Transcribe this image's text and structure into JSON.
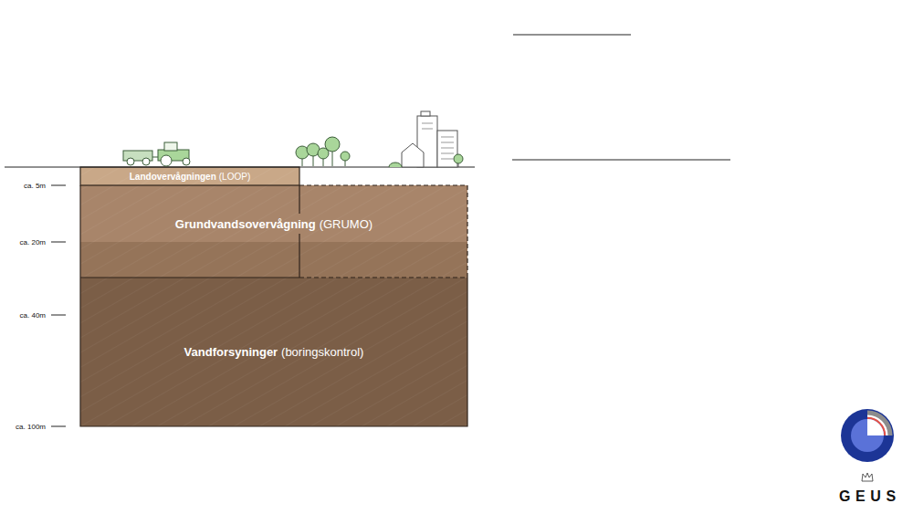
{
  "diagram": {
    "nodes": [
      {
        "text": [
          "Landovervågningen",
          "(LOOP)"
        ]
      },
      {
        "text": [
          "Grundvandsovervågning",
          "(GRUMO)"
        ]
      },
      {
        "text": [
          "Vandforsyninger",
          "(boringskontrol)"
        ]
      }
    ],
    "labels": [
      "ca. 5m",
      "ca. 20m",
      "ca. 40m",
      "ca. 100m",
      "GEUS"
    ]
  }
}
